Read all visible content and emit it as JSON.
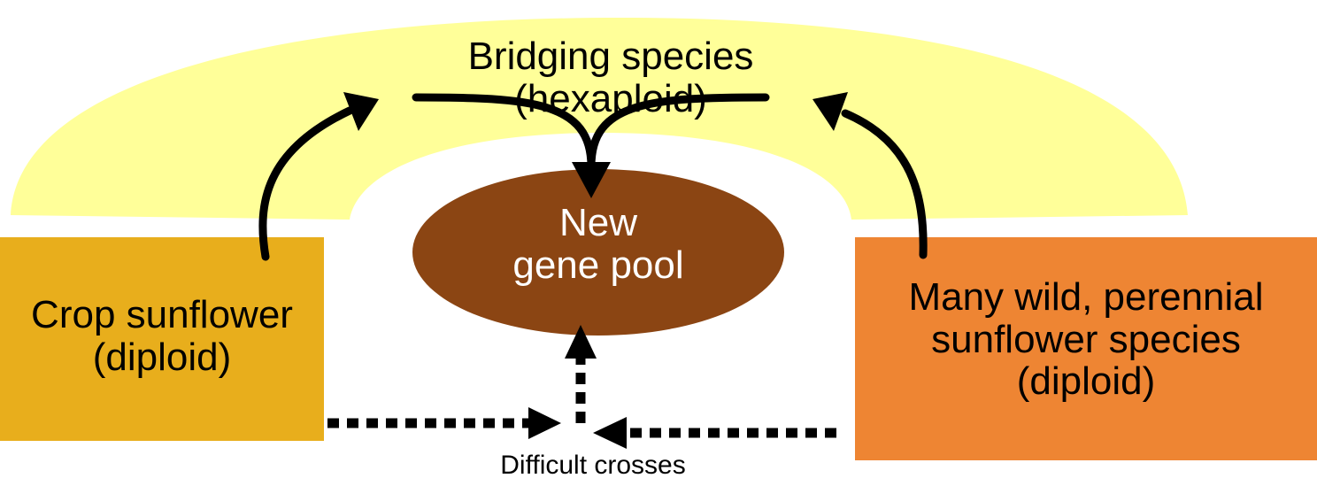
{
  "diagram": {
    "bridging": {
      "line1": "Bridging species",
      "line2": "(hexaploid)",
      "fill": "#FFFF99"
    },
    "pool": {
      "line1": "New",
      "line2": "gene pool",
      "fill": "#8B4513"
    },
    "crop": {
      "line1": "Crop sunflower",
      "line2": "(diploid)",
      "fill": "#E8AE1C"
    },
    "wild": {
      "line1": "Many wild, perennial",
      "line2": "sunflower species",
      "line3": "(diploid)",
      "fill": "#EE8533"
    },
    "crosses_label": "Difficult crosses"
  }
}
